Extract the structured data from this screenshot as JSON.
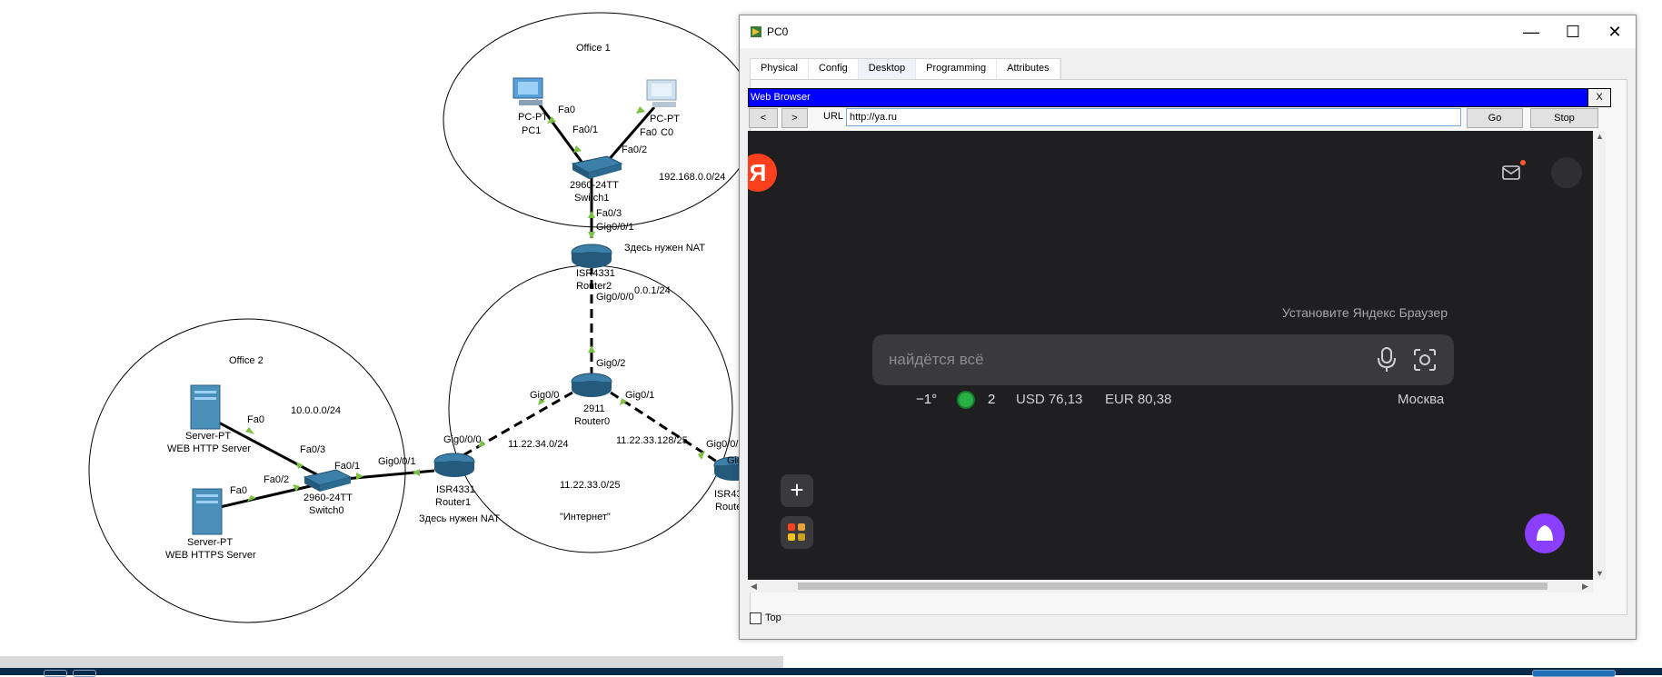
{
  "topology": {
    "offices": {
      "office1": "Office 1",
      "office2": "Office 2"
    },
    "devices": {
      "pc1": {
        "model": "PC-PT",
        "name": "PC1"
      },
      "pc0": {
        "model": "PC-PT",
        "name": "C0"
      },
      "switch1": {
        "model": "2960-24TT",
        "name": "Switch1"
      },
      "switch0": {
        "model": "2960-24TT",
        "name": "Switch0"
      },
      "router2": {
        "model": "ISR4331",
        "name": "Router2"
      },
      "router0": {
        "model": "2911",
        "name": "Router0"
      },
      "router1": {
        "model": "ISR4331",
        "name": "Router1"
      },
      "router3": {
        "model": "ISR43",
        "name": "Route"
      },
      "http_server": {
        "model": "Server-PT",
        "name": "WEB HTTP Server"
      },
      "https_server": {
        "model": "Server-PT",
        "name": "WEB HTTPS Server"
      }
    },
    "ports": {
      "pc1_fa0": "Fa0",
      "sw1_fa01": "Fa0/1",
      "sw1_fa02": "Fa0/2",
      "pc0_fa0": "Fa0",
      "sw1_fa03": "Fa0/3",
      "r2_g001": "Gig0/0/1",
      "r2_g000": "Gig0/0/0",
      "r0_g02": "Gig0/2",
      "r0_g00": "Gig0/0",
      "r0_g01": "Gig0/1",
      "r1_g000": "Gig0/0/0",
      "r1_g001": "Gig0/0/1",
      "r3_g00": "Gig0/0/",
      "r3_g": "Gig",
      "sw0_fa01": "Fa0/1",
      "sw0_fa03": "Fa0/3",
      "sw0_fa02": "Fa0/2",
      "http_fa0": "Fa0",
      "https_fa0": "Fa0"
    },
    "networks": {
      "lan1": "192.168.0.0/24",
      "r2_r0": "0.0.1/24",
      "lan2": "10.0.0.0/24",
      "r1_r0": "11.22.34.0/24",
      "r0_r3": "11.22.33.128/25",
      "internet_net": "11.22.33.0/25",
      "internet": "\"Интернет\""
    },
    "notes": {
      "nat_router2": "Здесь нужен NAT",
      "nat_router1": "Здесь нужен NAT"
    }
  },
  "window": {
    "title": "PC0",
    "controls": {
      "minimize": "—",
      "maximize": "☐",
      "close": "✕"
    },
    "tabs": [
      {
        "label": "Physical"
      },
      {
        "label": "Config"
      },
      {
        "label": "Desktop"
      },
      {
        "label": "Programming"
      },
      {
        "label": "Attributes"
      }
    ],
    "active_tab": "Desktop",
    "top_checkbox_label": "Top"
  },
  "browser": {
    "title": "Web Browser",
    "close_label": "X",
    "back_label": "<",
    "forward_label": ">",
    "url_label": "URL",
    "url_value": "http://ya.ru",
    "go_label": "Go",
    "stop_label": "Stop"
  },
  "yandex": {
    "logo": "Я",
    "install_prompt": "Установите Яндекс Браузер",
    "search_placeholder": "найдётся всё",
    "temperature": "−1°",
    "traffic_level": "2",
    "usd": "USD 76,13",
    "eur": "EUR 80,38",
    "city": "Москва",
    "add_label": "+"
  },
  "colors": {
    "browser_title_bg": "#0000ff",
    "yandex_bg": "#1f1f21",
    "yandex_logo": "#fc3f1d",
    "alice": "#8a3ffc",
    "traffic_green": "#27b043",
    "link_green": "#7cc242"
  }
}
